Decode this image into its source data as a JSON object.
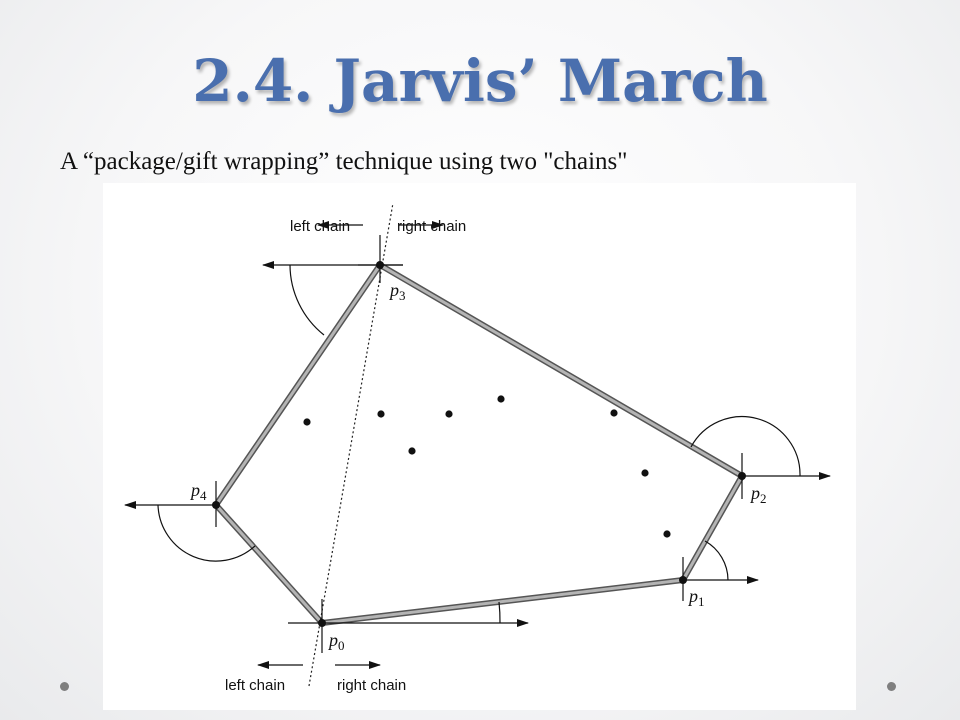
{
  "slide": {
    "title": "2.4. Jarvis’ March",
    "subtitle": "A “package/gift wrapping” technique using two \"chains\""
  },
  "diagram": {
    "labels": {
      "left_chain_top": "left chain",
      "right_chain_top": "right chain",
      "left_chain_bottom": "left chain",
      "right_chain_bottom": "right chain"
    },
    "hull_vertices": [
      {
        "letter": "p",
        "index": "0"
      },
      {
        "letter": "p",
        "index": "1"
      },
      {
        "letter": "p",
        "index": "2"
      },
      {
        "letter": "p",
        "index": "3"
      },
      {
        "letter": "p",
        "index": "4"
      }
    ],
    "colors": {
      "title": "#4a6fae",
      "hull_edge": "#9a9a9a",
      "ink": "#111111"
    }
  }
}
